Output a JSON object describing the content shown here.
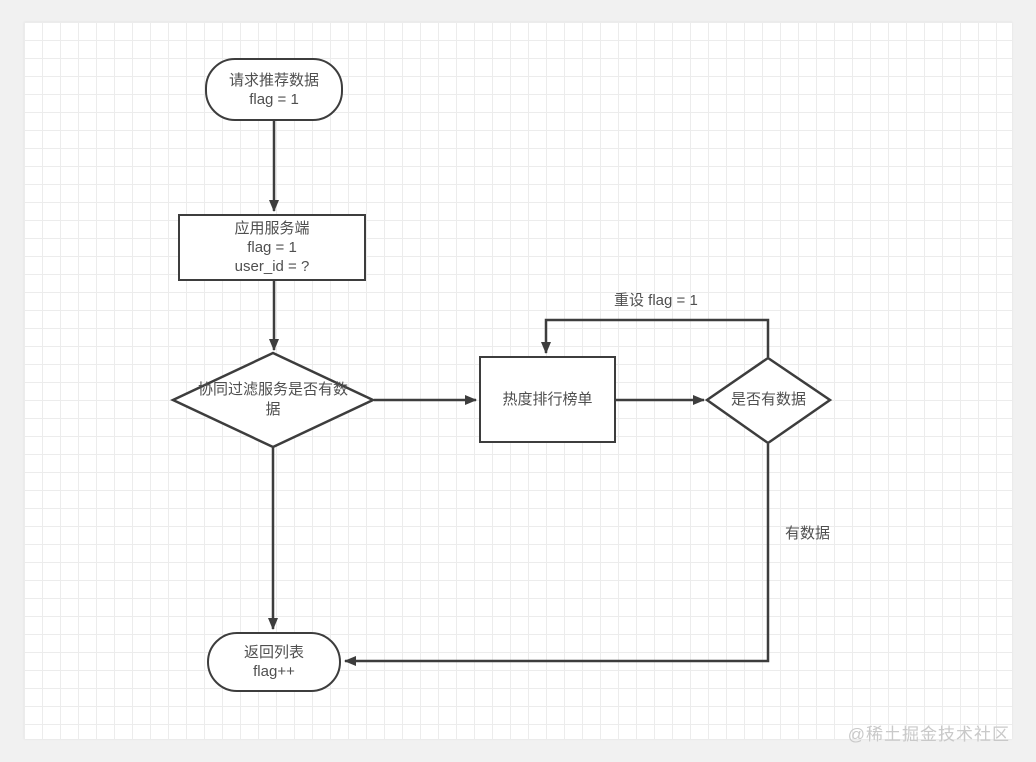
{
  "diagram": {
    "type": "flowchart",
    "nodes": {
      "start": {
        "shape": "rounded-rect",
        "line1": "请求推荐数据",
        "line2": "flag = 1"
      },
      "app_server": {
        "shape": "rect",
        "line1": "应用服务端",
        "line2": "flag = 1",
        "line3": "user_id = ?"
      },
      "cf_check": {
        "shape": "diamond",
        "label": "协同过滤服务是否有数据"
      },
      "hot_list": {
        "shape": "rect",
        "label": "热度排行榜单"
      },
      "has_data_check": {
        "shape": "diamond",
        "label": "是否有数据"
      },
      "return_list": {
        "shape": "rounded-rect",
        "line1": "返回列表",
        "line2": "flag++"
      }
    },
    "edges": {
      "start_to_app_server": {
        "from": "start",
        "to": "app_server",
        "label": ""
      },
      "app_server_to_cf_check": {
        "from": "app_server",
        "to": "cf_check",
        "label": ""
      },
      "cf_check_to_hot_list": {
        "from": "cf_check",
        "to": "hot_list",
        "label": ""
      },
      "hot_list_to_has_data_check": {
        "from": "hot_list",
        "to": "has_data_check",
        "label": ""
      },
      "has_data_check_loop_to_hot_list": {
        "from": "has_data_check",
        "to": "hot_list",
        "label": "重设 flag = 1"
      },
      "has_data_check_to_return_list": {
        "from": "has_data_check",
        "to": "return_list",
        "label": "有数据"
      },
      "cf_check_to_return_list": {
        "from": "cf_check",
        "to": "return_list",
        "label": ""
      }
    },
    "colors": {
      "stroke": "#3d3d3d",
      "node_fill": "#ffffff",
      "text": "#4f4f4f",
      "grid_line": "#ececec",
      "canvas_bg": "#ffffff",
      "outer_bg": "#f1f1f1",
      "watermark": "#c9c9c9"
    },
    "watermark": "@稀土掘金技术社区"
  }
}
